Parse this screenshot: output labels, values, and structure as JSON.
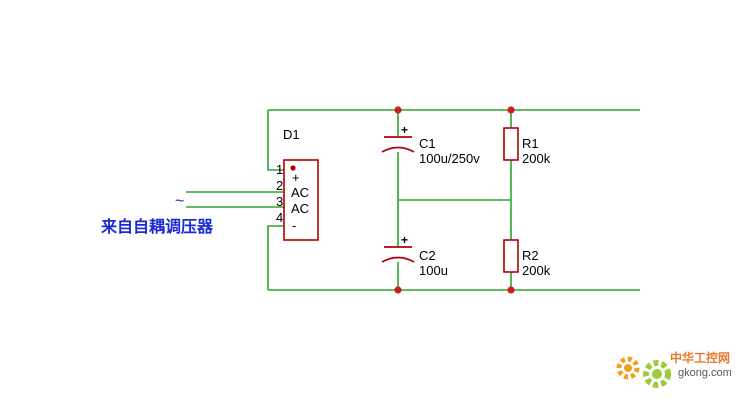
{
  "bridge": {
    "ref": "D1",
    "pins": [
      "1",
      "2",
      "3",
      "4"
    ],
    "terminals": [
      "+",
      "AC",
      "AC",
      "-"
    ]
  },
  "source": {
    "symbol": "~",
    "label": "来自自耦调压器"
  },
  "capacitors": [
    {
      "ref": "C1",
      "value": "100u/250v",
      "polarity": "+"
    },
    {
      "ref": "C2",
      "value": "100u",
      "polarity": "+"
    }
  ],
  "resistors": [
    {
      "ref": "R1",
      "value": "200k"
    },
    {
      "ref": "R2",
      "value": "200k"
    }
  ],
  "watermark": {
    "cn": "中华工控网",
    "en": "gkong.com"
  },
  "colors": {
    "wire": "#2aa52a",
    "component": "#b00000",
    "junction": "#c81e1e",
    "source_text": "#1a2bd6",
    "watermark": "#e8792a"
  }
}
